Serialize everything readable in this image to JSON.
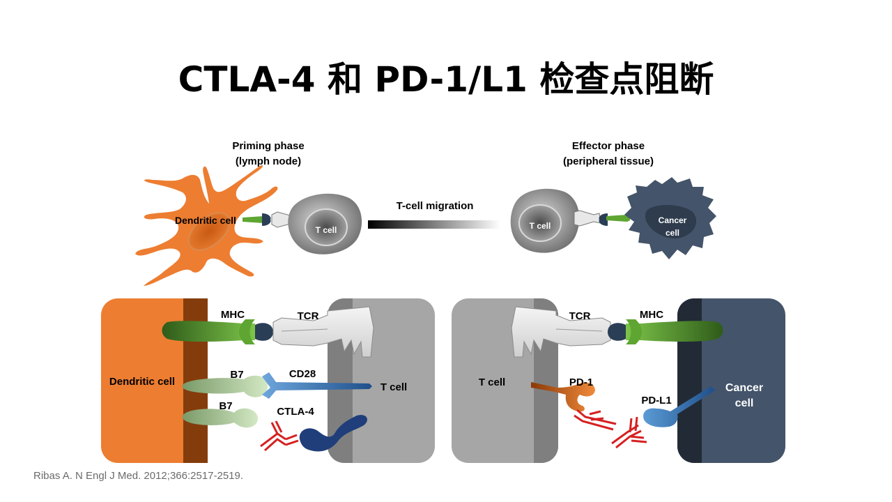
{
  "title": "CTLA-4 和 PD-1/L1 检查点阻断",
  "top": {
    "priming_line1": "Priming phase",
    "priming_line2": "(lymph node)",
    "effector_line1": "Effector phase",
    "effector_line2": "(peripheral tissue)",
    "migration": "T-cell migration",
    "dendritic_cell": "Dendritic cell",
    "t_cell_left": "T cell",
    "t_cell_right": "T cell",
    "cancer_line1": "Cancer",
    "cancer_line2": "cell"
  },
  "left_panel": {
    "dendritic_cell": "Dendritic cell",
    "t_cell": "T cell",
    "mhc": "MHC",
    "tcr": "TCR",
    "b7_top": "B7",
    "cd28": "CD28",
    "b7_bottom": "B7",
    "ctla4": "CTLA-4"
  },
  "right_panel": {
    "t_cell": "T cell",
    "tcr": "TCR",
    "mhc": "MHC",
    "pd1": "PD-1",
    "pdl1": "PD-L1",
    "cancer_line1": "Cancer",
    "cancer_line2": "cell"
  },
  "citation": "Ribas A. N Engl J Med. 2012;366:2517-2519.",
  "colors": {
    "dendritic": "#ED7D31",
    "dendritic_dark": "#843C0C",
    "tcell_light": "#A6A6A6",
    "tcell_dark": "#7F7F7F",
    "cancer": "#44546A",
    "cancer_dark": "#222A35",
    "mhc_green": "#5EA532",
    "antibody_red": "#D62020",
    "ctla4_blue": "#1F3E7A",
    "cd28_blue": "#3F7FC0",
    "pd1_orange": "#D86A1C",
    "b7_green": "#A9D18E"
  }
}
